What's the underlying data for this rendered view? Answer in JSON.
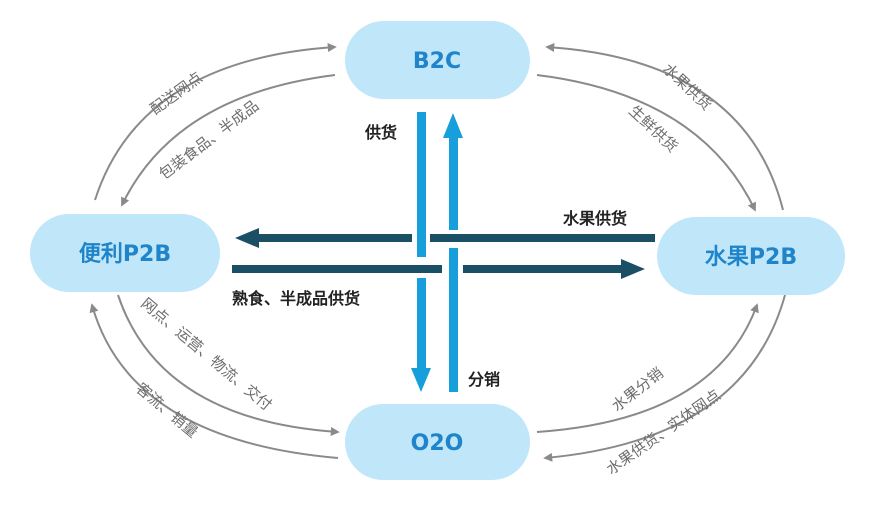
{
  "nodes": {
    "b2c": "B2C",
    "convenience_p2b": "便利P2B",
    "fruit_p2b": "水果P2B",
    "o2o": "O2O"
  },
  "labels": {
    "supply": "供货",
    "distribution": "分销",
    "fruit_supply": "水果供货",
    "cooked_food_supply": "熟食、半成品供货"
  },
  "arc_labels": {
    "top_left_outer": "配送网点",
    "top_left_inner": "包装食品、半成品",
    "top_right_outer": "水果供货",
    "top_right_inner": "生鲜供货",
    "bottom_left_inner": "网点、运营、物流、交付",
    "bottom_left_outer": "客流、销量",
    "bottom_right_inner": "水果分销",
    "bottom_right_outer": "水果供货、实体网点"
  },
  "colors": {
    "node_fill": "#bfe6f9",
    "node_text": "#1f84c9",
    "dark_arrow": "#1b4f66",
    "light_arrow": "#169fdb",
    "arc": "#8a8a8a"
  }
}
